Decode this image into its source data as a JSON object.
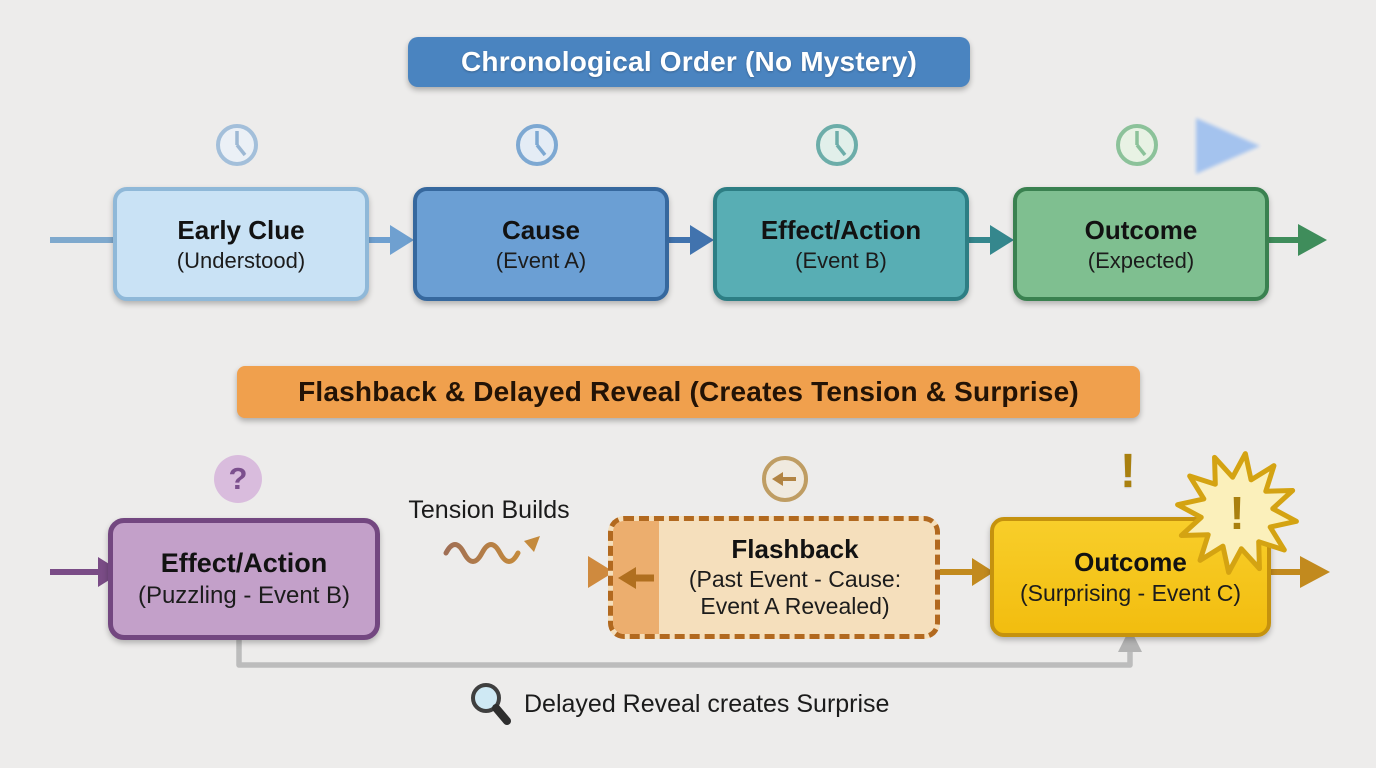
{
  "palette": {
    "background": "#edeceb",
    "top_banner_blue": "#4a84c0",
    "bottom_banner_orange": "#f0a04d",
    "early_clue_fill": "#c9e2f5",
    "cause_fill": "#6b9fd4",
    "effect_fill": "#58aeb4",
    "outcome_fill": "#7fbf90",
    "puzzling_fill": "#c3a0c9",
    "flashback_fill": "#f5dfbc",
    "flashback_border": "#b2691f",
    "surprise_fill": "#f6c81b",
    "timeline_band": "#a6c6f1",
    "loop_gray": "#bcbcbc"
  },
  "top_section": {
    "banner": "Chronological Order (No Mystery)",
    "boxes": [
      {
        "title": "Early Clue",
        "subtitle": "(Understood)"
      },
      {
        "title": "Cause",
        "subtitle": "(Event A)"
      },
      {
        "title": "Effect/Action",
        "subtitle": "(Event B)"
      },
      {
        "title": "Outcome",
        "subtitle": "(Expected)"
      }
    ]
  },
  "bottom_section": {
    "banner": "Flashback & Delayed Reveal (Creates Tension & Surprise)",
    "question_badge": "?",
    "effect_box": {
      "title": "Effect/Action",
      "subtitle": "(Puzzling - Event B)"
    },
    "tension_label": "Tension Builds",
    "flashback_box": {
      "title": "Flashback",
      "subtitle_line1": "(Past Event - Cause:",
      "subtitle_line2": "Event A Revealed)"
    },
    "outcome_box": {
      "title": "Outcome",
      "subtitle": "(Surprising - Event C)"
    },
    "surprise_badge": "!",
    "starburst_badge": "!",
    "delayed_reveal_label": "Delayed Reveal creates Surprise"
  }
}
